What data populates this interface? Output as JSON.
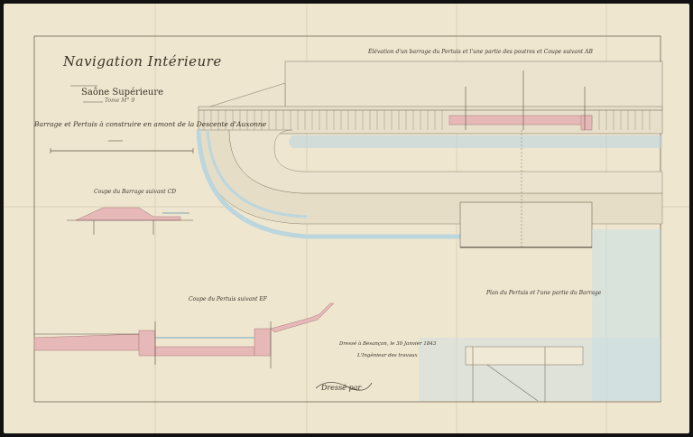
{
  "sheet": {
    "title": "Navigation Intérieure",
    "subtitle": "Saône Supérieure",
    "subnote": "Tome M° 9",
    "plan_title": "Barrage et Pertuis à construire en amont de la Descente d'Auxonne",
    "labels": {
      "elevation": "Élévation d'un barrage du Pertuis et l'une partie des poutres et Coupe suivant AB",
      "coupe_barrage": "Coupe du Barrage suivant CD",
      "coupe_pertuis": "Coupe du Pertuis suivant EF",
      "plan_pertuis": "Plan du Pertuis et l'une partie du Barrage"
    },
    "date_line": "Dressé à Besançon, le 30 Janvier 1843",
    "sign_line": "L'Ingénieur des travaux",
    "signature": "Dressé par"
  },
  "colors": {
    "paper": "#efe6d0",
    "masonry": "#e6b8b8",
    "water": "#bcd6de",
    "ink": "#3a3226"
  }
}
